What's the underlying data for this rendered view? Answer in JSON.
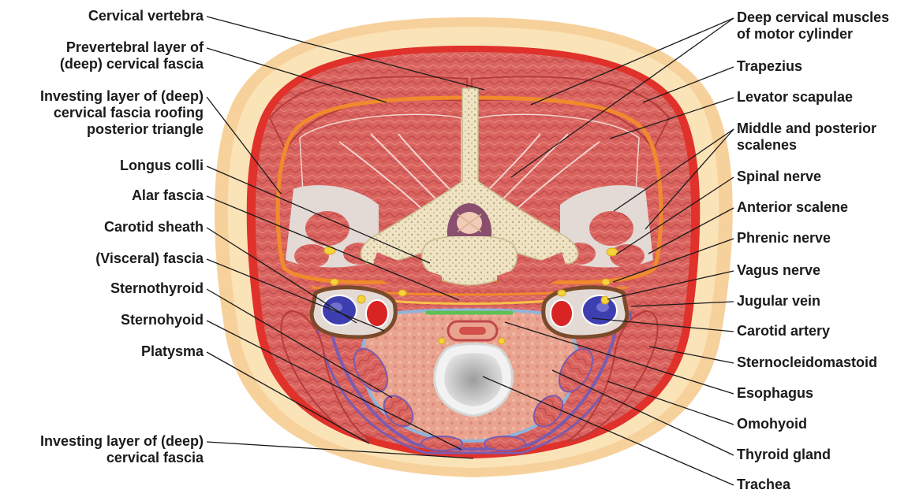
{
  "diagram": {
    "left_labels": [
      {
        "id": "cervical-vertebra",
        "text": "Cervical vertebra"
      },
      {
        "id": "prevertebral-layer",
        "text": "Prevertebral layer of\n(deep) cervical fascia"
      },
      {
        "id": "investing-layer-roof",
        "text": "Investing layer of (deep)\ncervical fascia roofing\nposterior triangle"
      },
      {
        "id": "longus-colli",
        "text": "Longus colli"
      },
      {
        "id": "alar-fascia",
        "text": "Alar fascia"
      },
      {
        "id": "carotid-sheath",
        "text": "Carotid sheath"
      },
      {
        "id": "visceral-fascia",
        "text": "(Visceral) fascia"
      },
      {
        "id": "sternothyroid",
        "text": "Sternothyroid"
      },
      {
        "id": "sternohyoid",
        "text": "Sternohyoid"
      },
      {
        "id": "platysma",
        "text": "Platysma"
      },
      {
        "id": "investing-layer",
        "text": "Investing layer of (deep)\ncervical fascia"
      }
    ],
    "right_labels": [
      {
        "id": "deep-cervical-muscles",
        "text": "Deep cervical muscles\nof motor cylinder"
      },
      {
        "id": "trapezius",
        "text": "Trapezius"
      },
      {
        "id": "levator-scapulae",
        "text": "Levator scapulae"
      },
      {
        "id": "middle-posterior-scalenes",
        "text": "Middle and posterior\nscalenes"
      },
      {
        "id": "spinal-nerve",
        "text": "Spinal nerve"
      },
      {
        "id": "anterior-scalene",
        "text": "Anterior scalene"
      },
      {
        "id": "phrenic-nerve",
        "text": "Phrenic nerve"
      },
      {
        "id": "vagus-nerve",
        "text": "Vagus nerve"
      },
      {
        "id": "jugular-vein",
        "text": "Jugular vein"
      },
      {
        "id": "carotid-artery",
        "text": "Carotid artery"
      },
      {
        "id": "sternocleidomastoid",
        "text": "Sternocleidomastoid"
      },
      {
        "id": "esophagus",
        "text": "Esophagus"
      },
      {
        "id": "omohyoid",
        "text": "Omohyoid"
      },
      {
        "id": "thyroid-gland",
        "text": "Thyroid gland"
      },
      {
        "id": "trachea",
        "text": "Trachea"
      }
    ],
    "colors": {
      "skin": "#fbe3b8",
      "skin_outer": "#f7d19b",
      "muscle": "#d8605e",
      "muscle_dark": "#b83a3a",
      "fascia_investing": "#e0312b",
      "fascia_prevertebral": "#f08a2c",
      "fascia_visceral": "#8fb4dc",
      "fascia_pretracheal": "#7a5cb0",
      "bone": "#f1e6c8",
      "nerve": "#f5d33a",
      "artery": "#d92424",
      "vein": "#3d3fb0",
      "sheath": "#7a4a2a",
      "esophagus_fascia": "#5fbf55",
      "trachea": "#b9b9b9",
      "connective": "#e3dad6",
      "leader": "#1a1a1a"
    }
  }
}
